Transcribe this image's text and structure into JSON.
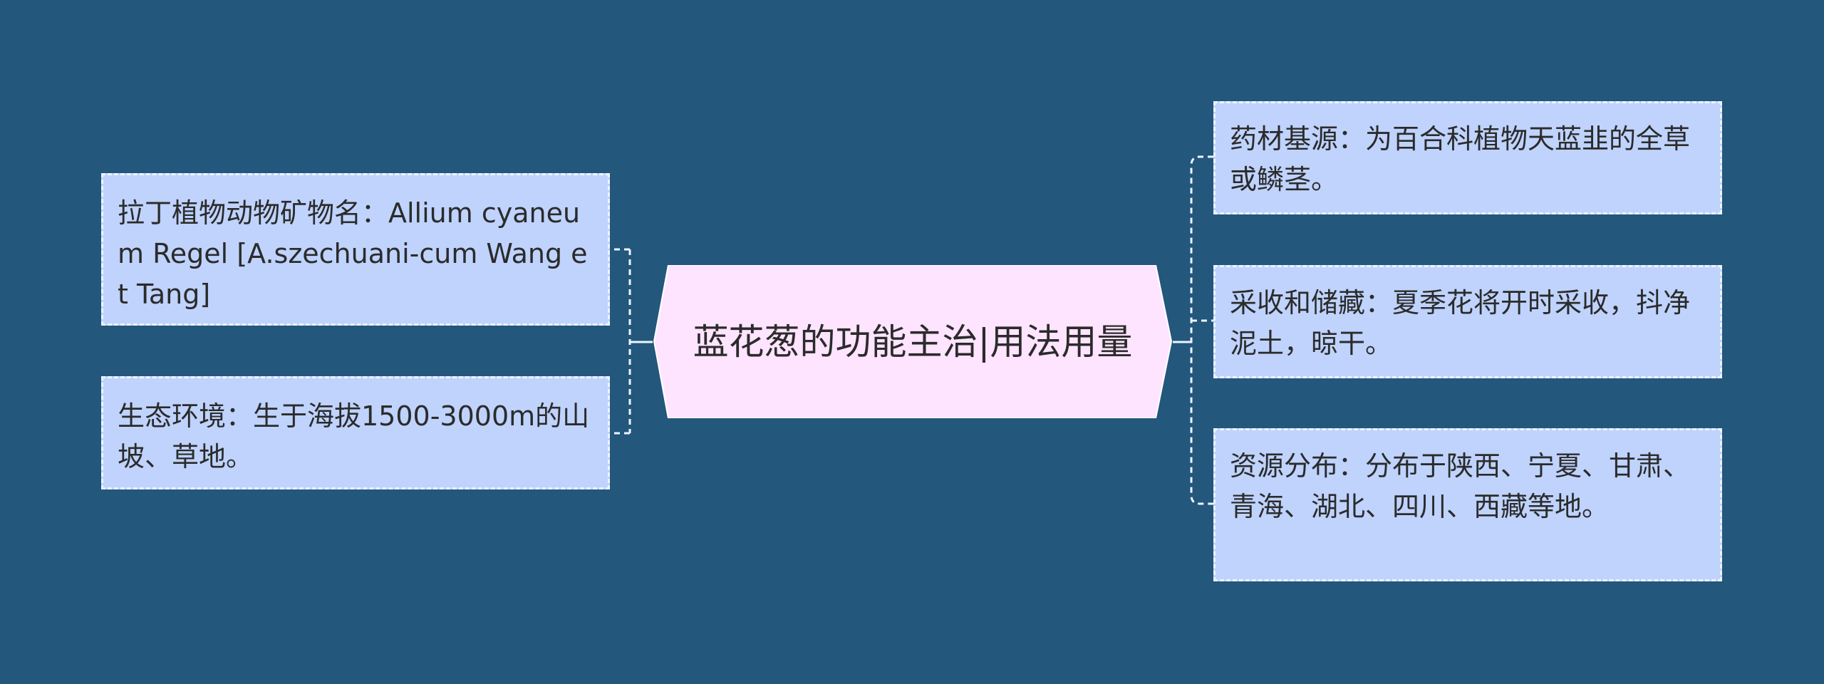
{
  "center": {
    "title": "蓝花葱的功能主治|用法用量"
  },
  "left_nodes": [
    {
      "text": "拉丁植物动物矿物名：Allium cyaneum Regel [A.szechuani-cum Wang et Tang]"
    },
    {
      "text": "生态环境：生于海拔1500-3000m的山坡、草地。"
    }
  ],
  "right_nodes": [
    {
      "text": "药材基源：为百合科植物天蓝韭的全草或鳞茎。"
    },
    {
      "text": "采收和储藏：夏季花将开时采收，抖净泥土，晾干。"
    },
    {
      "text": "资源分布：分布于陕西、宁夏、甘肃、青海、湖北、四川、西藏等地。"
    }
  ],
  "colors": {
    "background": "#23577c",
    "center_fill": "#ffe4ff",
    "node_fill": "#bfd3fd",
    "border_and_lines": "#eef3ff"
  }
}
